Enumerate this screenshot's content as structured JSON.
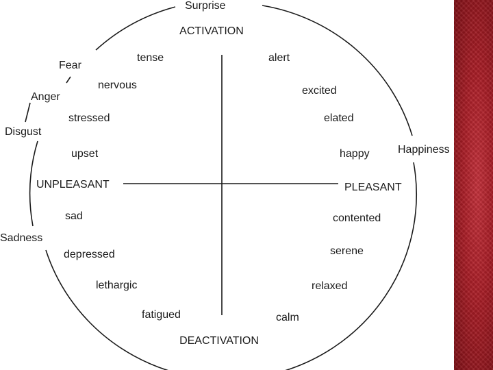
{
  "diagram": {
    "axes": {
      "top": "ACTIVATION",
      "bottom": "DEACTIVATION",
      "left": "UNPLEASANT",
      "right": "PLEASANT"
    },
    "basic_emotions": {
      "surprise": "Surprise",
      "fear": "Fear",
      "anger": "Anger",
      "disgust": "Disgust",
      "happiness": "Happiness",
      "sadness": "Sadness"
    },
    "states": {
      "tense": "tense",
      "nervous": "nervous",
      "stressed": "stressed",
      "upset": "upset",
      "sad": "sad",
      "depressed": "depressed",
      "lethargic": "lethargic",
      "fatigued": "fatigued",
      "alert": "alert",
      "excited": "excited",
      "elated": "elated",
      "happy": "happy",
      "contented": "contented",
      "serene": "serene",
      "relaxed": "relaxed",
      "calm": "calm"
    }
  },
  "colors": {
    "line": "#1a1a1a",
    "side_bar": "#a81d26"
  }
}
